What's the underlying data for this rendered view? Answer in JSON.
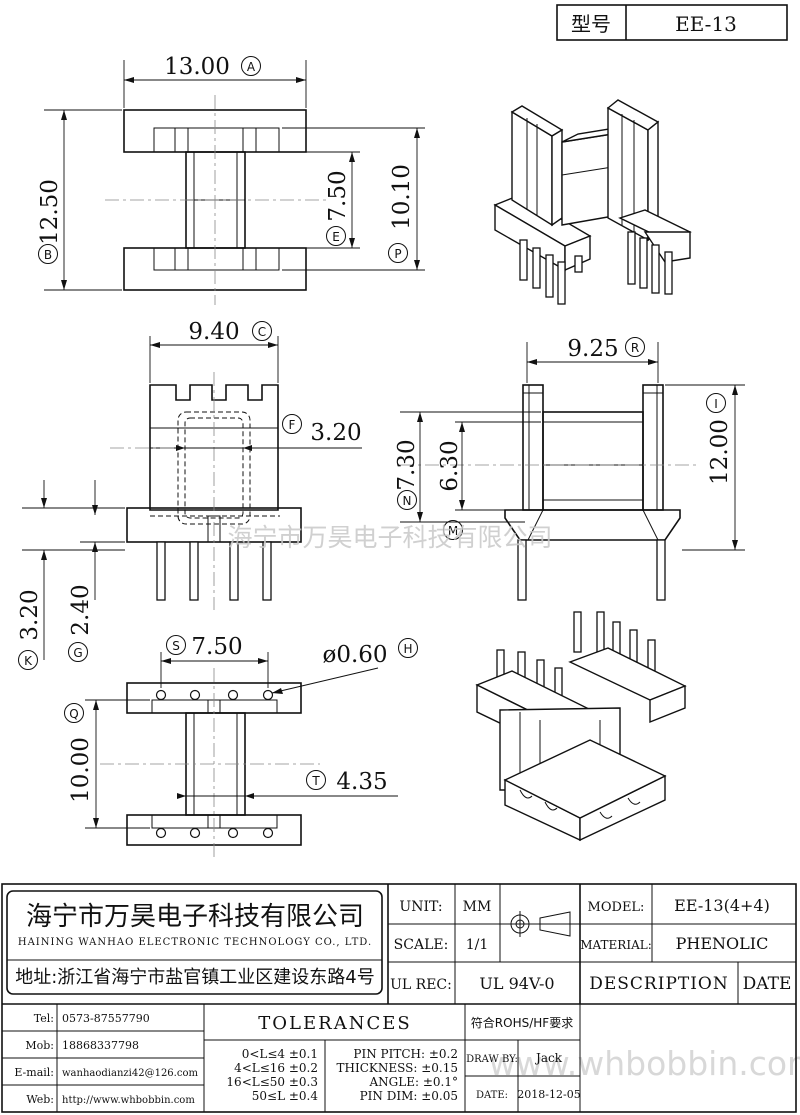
{
  "header": {
    "type_label": "型号",
    "type_value": "EE-13"
  },
  "top_view": {
    "width": "13.00",
    "width_ref": "A",
    "height": "12.50",
    "height_ref": "B",
    "inner": "7.50",
    "inner_ref": "E",
    "flange": "10.10",
    "flange_ref": "P"
  },
  "front_view": {
    "width": "9.40",
    "width_ref": "C",
    "slot": "3.20",
    "slot_ref": "F",
    "base_h": "3.20",
    "base_h_ref": "K",
    "pin_len": "2.40",
    "pin_len_ref": "G"
  },
  "side_view": {
    "width": "9.25",
    "width_ref": "R",
    "height": "12.00",
    "height_ref": "I",
    "win_outer": "7.30",
    "win_outer_ref": "N",
    "win_inner": "6.30",
    "win_inner_ref": "M"
  },
  "bottom_view": {
    "pitch": "7.50",
    "pitch_ref": "S",
    "pin_dia": "ø0.60",
    "pin_dia_ref": "H",
    "height": "10.00",
    "height_ref": "Q",
    "core": "4.35",
    "core_ref": "T"
  },
  "watermark": {
    "center": "海宁市万昊电子科技有限公司",
    "corner": "www.whbobbin.com"
  },
  "company": {
    "name_cn": "海宁市万昊电子科技有限公司",
    "name_en": "HAINING WANHAO ELECTRONIC TECHNOLOGY CO., LTD.",
    "address": "地址:浙江省海宁市盐官镇工业区建设东路4号"
  },
  "title_block": {
    "unit_label": "UNIT:",
    "unit_value": "MM",
    "scale_label": "SCALE:",
    "scale_value": "1/1",
    "model_label": "MODEL:",
    "model_value": "EE-13(4+4)",
    "material_label": "MATERIAL:",
    "material_value": "PHENOLIC",
    "ulrec_label": "UL REC:",
    "ulrec_value": "UL 94V-0",
    "description_label": "DESCRIPTION",
    "date_label": "DATE",
    "rohs": "符合ROHS/HF要求",
    "drawby_label": "DRAW BY:",
    "drawby_value": "Jack",
    "date_row_label": "DATE:",
    "date_row_value": "2018-12-05"
  },
  "contacts": [
    {
      "label": "Tel:",
      "value": "0573-87557790"
    },
    {
      "label": "Mob:",
      "value": "18868337798"
    },
    {
      "label": "E-mail:",
      "value": "wanhaodianzi42@126.com"
    },
    {
      "label": "Web:",
      "value": "http://www.whbobbin.com"
    }
  ],
  "tolerances": {
    "title": "TOLERANCES",
    "length_rows": [
      "0<L≤4 ±0.1",
      "4<L≤16 ±0.2",
      "16<L≤50 ±0.3",
      "50≤L ±0.4"
    ],
    "other_rows": [
      "PIN PITCH: ±0.2",
      "THICKNESS: ±0.15",
      "ANGLE: ±0.1°",
      "PIN DIM: ±0.05"
    ]
  }
}
